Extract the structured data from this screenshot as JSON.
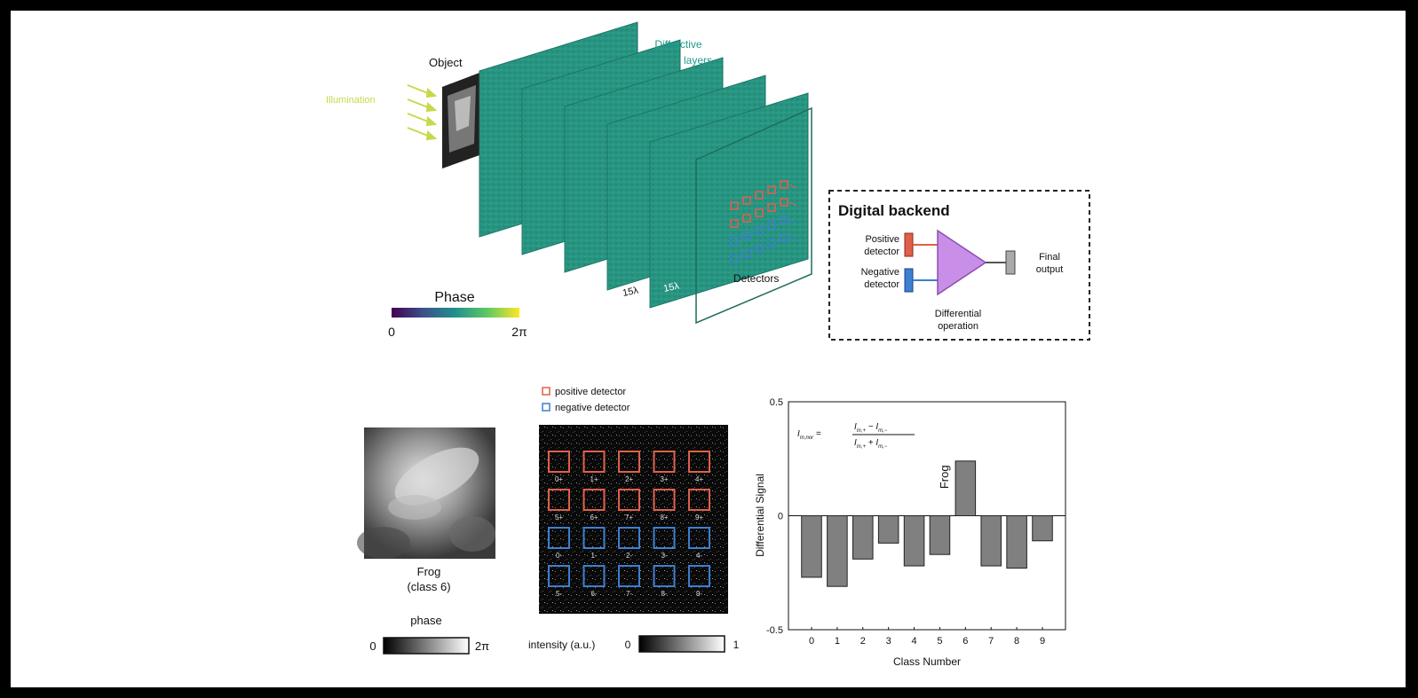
{
  "top": {
    "illumination_label": "Illumination",
    "object_label": "Object",
    "diffractive_label_line1": "Diffractive",
    "diffractive_label_line2": "layers",
    "detectors_label": "Detectors",
    "lambda_label_1": "15λ",
    "lambda_label_2": "15λ",
    "phase_colorbar": {
      "title": "Phase",
      "min_label": "0",
      "max_label": "2π"
    }
  },
  "backend": {
    "title": "Digital backend",
    "positive_line1": "Positive",
    "positive_line2": "detector",
    "negative_line1": "Negative",
    "negative_line2": "detector",
    "operation_line1": "Differential",
    "operation_line2": "operation",
    "output_line1": "Final",
    "output_line2": "output"
  },
  "bottom_left": {
    "caption_line1": "Frog",
    "caption_line2": "(class 6)",
    "colorbar": {
      "title": "phase",
      "min_label": "0",
      "max_label": "2π"
    }
  },
  "bottom_middle": {
    "legend_positive": "positive detector",
    "legend_negative": "negative detector",
    "positive_labels": [
      "0+",
      "1+",
      "2+",
      "3+",
      "4+",
      "5+",
      "6+",
      "7+",
      "8+",
      "9+"
    ],
    "negative_labels": [
      "0-",
      "1-",
      "2-",
      "3-",
      "4-",
      "5-",
      "6-",
      "7-",
      "8-",
      "9-"
    ],
    "colorbar": {
      "title": "intensity (a.u.)",
      "min_label": "0",
      "max_label": "1"
    }
  },
  "colors": {
    "positive": "#e0604a",
    "negative": "#3d7fd0",
    "layer": "#2a9a84",
    "illumination": "#c8d84a",
    "amplifier": "#c98ee8",
    "bar": "#808080"
  },
  "chart_data": {
    "type": "bar",
    "categories": [
      "0",
      "1",
      "2",
      "3",
      "4",
      "5",
      "6",
      "7",
      "8",
      "9"
    ],
    "values": [
      -0.27,
      -0.31,
      -0.19,
      -0.12,
      -0.22,
      -0.17,
      0.24,
      -0.22,
      -0.23,
      -0.11
    ],
    "ylim": [
      -0.5,
      0.5
    ],
    "yticks": [
      "-0.5",
      "0",
      "0.5"
    ],
    "xlabel": "Class Number",
    "ylabel": "Differential Signal",
    "annotation": "Frog",
    "formula": {
      "lhs": "I",
      "lhs_sub": "m,nor",
      "num_a": "I",
      "num_a_sub": "m,+",
      "num_b": "I",
      "num_b_sub": "m,−",
      "den_a": "I",
      "den_a_sub": "m,+",
      "den_b": "I",
      "den_b_sub": "m,−"
    }
  }
}
